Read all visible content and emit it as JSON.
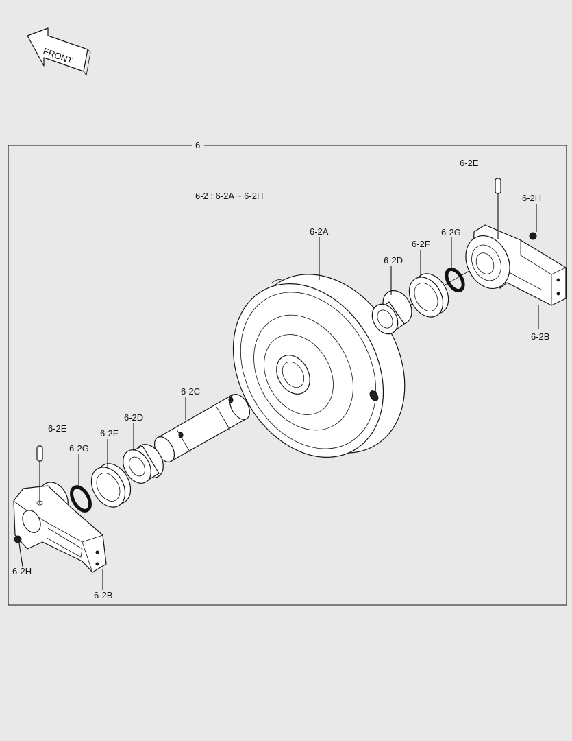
{
  "front_arrow": {
    "text": "FRONT"
  },
  "frame": {
    "label": "6"
  },
  "legend": "6-2 : 6-2A ~ 6-2H",
  "callouts": {
    "wheel": "6-2A",
    "shaft": "6-2C",
    "collar_right": "6-2D",
    "seal_right": "6-2F",
    "oring_right": "6-2G",
    "pin_right": "6-2E",
    "plug_right": "6-2H",
    "bracket_right": "6-2B",
    "pin_left": "6-2E",
    "oring_left": "6-2G",
    "seal_left": "6-2F",
    "collar_left": "6-2D",
    "plug_left": "6-2H",
    "bracket_left": "6-2B"
  }
}
